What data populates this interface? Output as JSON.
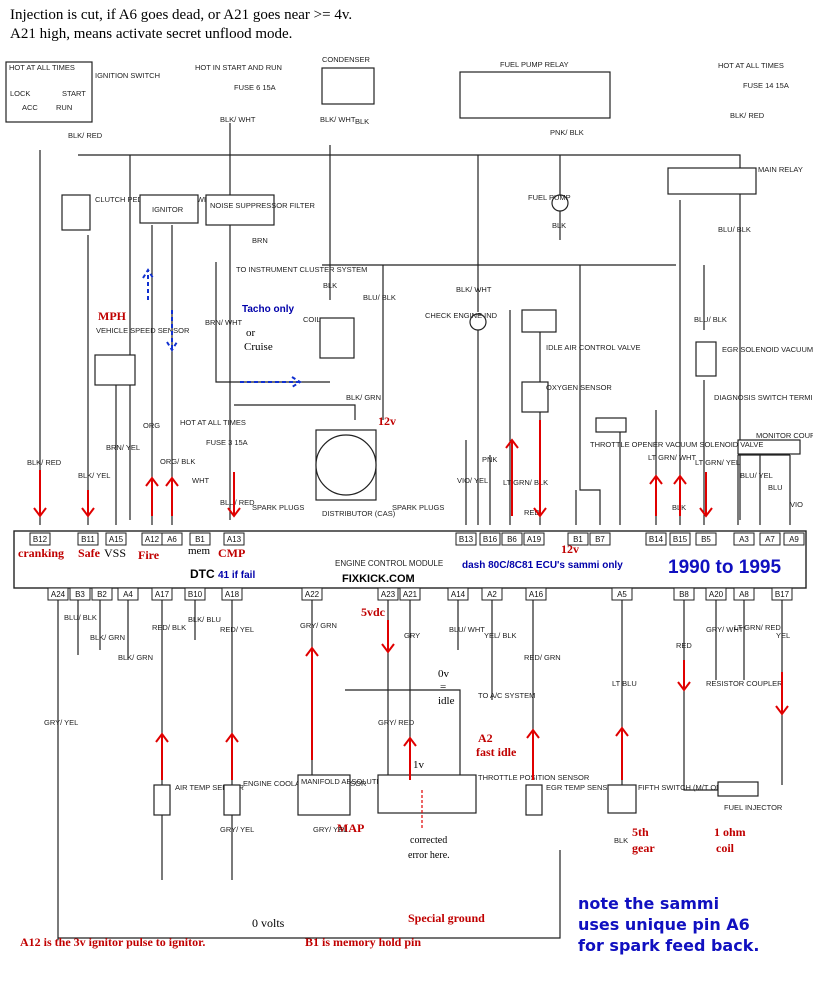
{
  "header": {
    "line1": "Injection is cut, if A6 goes dead, or A21 goes near >= 4v.",
    "line2": "A21 high, means activate secret unflood mode."
  },
  "ecm": {
    "title": "ENGINE CONTROL MODULE",
    "site": "FIXKICK.COM",
    "years": "1990 to 1995",
    "dash_note": "dash 80C/8C81 ECU's sammi only",
    "top_pins": [
      "B12",
      "B11",
      "A15",
      "A12",
      "A6",
      "B1",
      "A13",
      "B13",
      "B16",
      "B6",
      "A19",
      "B1",
      "B7",
      "B14",
      "B15",
      "B5",
      "A3",
      "A7",
      "A9"
    ],
    "bottom_pins": [
      "A24",
      "B3",
      "B2",
      "A4",
      "A17",
      "B10",
      "A18",
      "A22",
      "A23",
      "A21",
      "A14",
      "A2",
      "A16",
      "A5",
      "B8",
      "A20",
      "A8",
      "B17"
    ]
  },
  "components": {
    "hot_at_all_times_1": "HOT AT ALL TIMES",
    "ignition_switch": "IGNITION SWITCH",
    "lock": "LOCK",
    "start": "START",
    "acc": "ACC",
    "run": "RUN",
    "hot_in_start_run": "HOT IN START AND RUN",
    "fuse_6": "FUSE 6 15A",
    "condenser": "CONDENSER",
    "fuel_pump_relay": "FUEL PUMP RELAY",
    "hot_at_all_times_14": "HOT AT ALL TIMES",
    "fuse_14": "FUSE 14 15A",
    "main_relay": "MAIN RELAY",
    "clutch_switch": "CLUTCH PEDAL POSITION SWITCH",
    "ignitor": "IGNITOR",
    "noise_filter": "NOISE SUPPRESSOR FILTER",
    "to_cluster": "TO INSTRUMENT CLUSTER SYSTEM",
    "fuel_pump": "FUEL PUMP",
    "coil": "COIL",
    "check_engine": "CHECK ENGINE IND",
    "iac": "IDLE AIR CONTROL VALVE",
    "o2": "OXYGEN SENSOR",
    "egr_sol": "EGR SOLENOID VACUUM VALVE",
    "diag": "DIAGNOSIS SWITCH TERMINAL",
    "monitor": "MONITOR COUPLER",
    "vss": "VEHICLE SPEED SENSOR",
    "hot_at_all_times_3": "HOT AT ALL TIMES",
    "fuse_3": "FUSE 3 15A",
    "throttle_opener": "THROTTLE OPENER VACUUM SOLENOID VALVE",
    "spark_plugs": "SPARK PLUGS",
    "distributor": "DISTRIBUTOR (CAS)",
    "air_temp": "AIR TEMP SENSOR",
    "coolant": "ENGINE COOLANT TEMP SENSOR",
    "map_sensor": "MANIFOLD ABSOLUTE PRESSURE SENSOR",
    "tps": "THROTTLE POSITION SENSOR",
    "egr_temp": "EGR TEMP SENSOR",
    "fifth": "FIFTH SWITCH (M/T ONLY)",
    "injector": "FUEL INJECTOR",
    "resistor": "RESISTOR COUPLER",
    "to_ac": "TO A/C SYSTEM"
  },
  "wires": {
    "blk_red": "BLK/ RED",
    "blk_wht": "BLK/ WHT",
    "blk": "BLK",
    "pnk_blk": "PNK/ BLK",
    "blu_blk": "BLU/ BLK",
    "brn": "BRN",
    "brn_wht": "BRN/ WHT",
    "blk_grn": "BLK/ GRN",
    "blk_yel": "BLK/ YEL",
    "brn_yel": "BRN/ YEL",
    "org": "ORG",
    "org_blk": "ORG/ BLK",
    "wht": "WHT",
    "blu_red": "BLU/ RED",
    "vio_yel": "VIO/ YEL",
    "pnk": "PNK",
    "lt_grn_blk": "LT GRN/ BLK",
    "red": "RED",
    "lt_grn_wht": "LT GRN/ WHT",
    "lt_grn_yel": "LT GRN/ YEL",
    "blu_yel": "BLU/ YEL",
    "blu": "BLU",
    "vio": "VIO",
    "gry_yel": "GRY/ YEL",
    "blu_blk2": "BLU/ BLK",
    "blk_grn2": "BLK/ GRN",
    "blk_grn3": "BLK/ GRN",
    "blk_blu": "BLK/ BLU",
    "red_blk": "RED/ BLK",
    "red_yel": "RED/ YEL",
    "gry_grn": "GRY/ GRN",
    "gry": "GRY",
    "gry_red": "GRY/ RED",
    "blu_wht": "BLU/ WHT",
    "yel_blk": "YEL/ BLK",
    "red_grn": "RED/ GRN",
    "lt_blu": "LT BLU",
    "gry_wht": "GRY/ WHT",
    "lt_grn_red": "LT GRN/ RED",
    "yel": "YEL"
  },
  "annotations": {
    "mph": "MPH",
    "tacho_only": "Tacho only",
    "or": "or",
    "cruise": "Cruise",
    "v12_a": "12v",
    "v12_b": "12v",
    "cranking": "cranking",
    "safe": "Safe",
    "vss": "VSS",
    "fire": "Fire",
    "mem": "mem",
    "cmp": "CMP",
    "dtc": "DTC",
    "fail41": "41 if fail",
    "v5": "5vdc",
    "zero_v": "0v",
    "eq": "=",
    "idle": "idle",
    "a2": "A2",
    "fast_idle": "fast idle",
    "one_v": "1v",
    "map": "MAP",
    "corrected": "corrected",
    "error_here": "error here.",
    "fifth_a": "5th",
    "fifth_b": "gear",
    "one_ohm_a": "1 ohm",
    "one_ohm_b": "coil",
    "zero_volts": "0 volts",
    "special_ground": "Special ground",
    "a12_note": "A12 is the 3v ignitor pulse to ignitor.",
    "b1_note": "B1 is memory hold pin"
  },
  "footer": {
    "line1": "note the sammi",
    "line2": "uses unique pin A6",
    "line3": "for spark feed back."
  },
  "colors": {
    "annotation_red": "#c00000",
    "annotation_blue": "#0000aa",
    "footer_blue": "#1010c0",
    "arrow_red": "#e00000"
  }
}
